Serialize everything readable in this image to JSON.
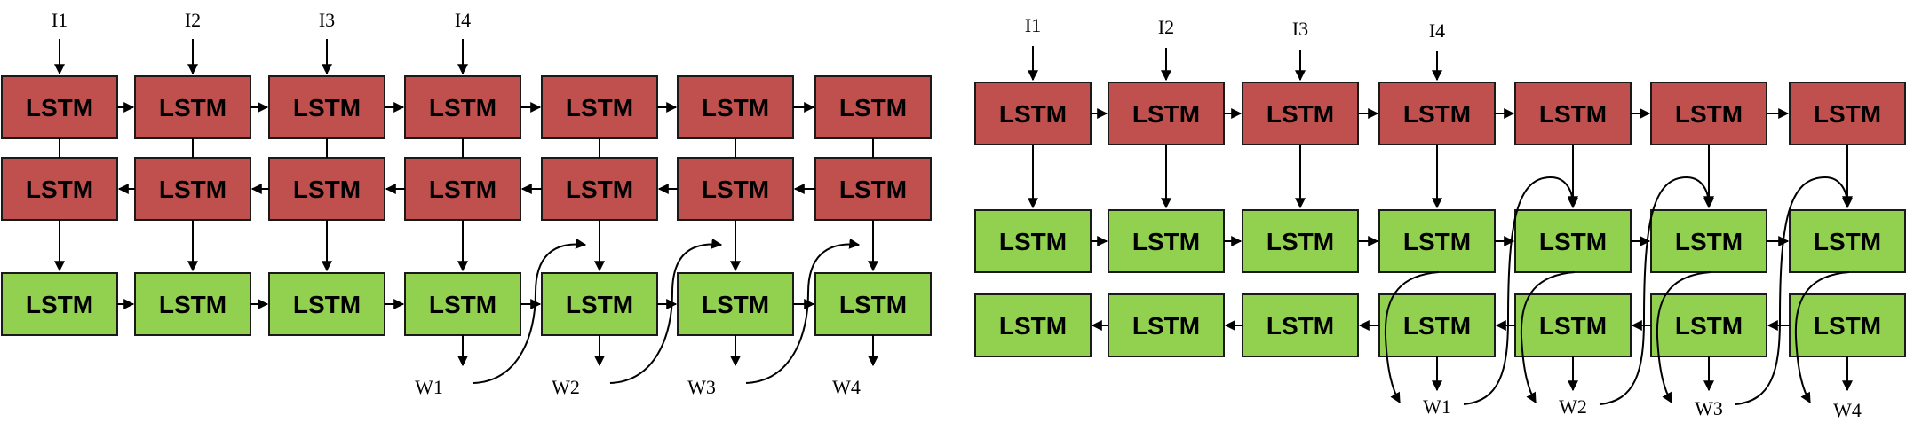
{
  "cell_label": "LSTM",
  "colors": {
    "red": "#c0504d",
    "green": "#92d050",
    "stroke": "#1a1a1a"
  },
  "left_diagram": {
    "inputs": [
      "I1",
      "I2",
      "I3",
      "I4"
    ],
    "outputs": [
      "W1",
      "W2",
      "W3",
      "W4"
    ]
  },
  "right_diagram": {
    "inputs": [
      "I1",
      "I2",
      "I3",
      "I4"
    ],
    "outputs": [
      "W1",
      "W2",
      "W3",
      "W4"
    ]
  }
}
